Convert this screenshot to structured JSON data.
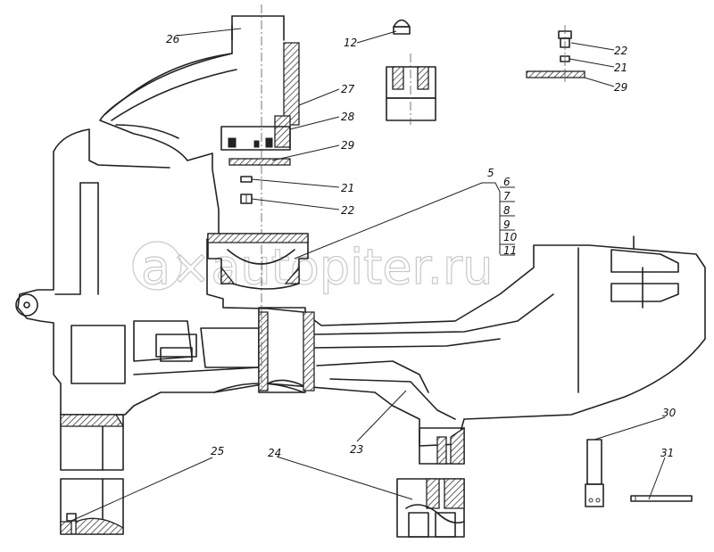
{
  "callouts": {
    "c26": "26",
    "c12": "12",
    "c22a": "22",
    "c21a": "21",
    "c29a": "29",
    "c27": "27",
    "c28": "28",
    "c29b": "29",
    "c21b": "21",
    "c22b": "22",
    "c5": "5",
    "c6": "6",
    "c7": "7",
    "c8": "8",
    "c9": "9",
    "c10": "10",
    "c11": "11",
    "c23": "23",
    "c24": "24",
    "c25": "25",
    "c30": "30",
    "c31": "31"
  },
  "watermark": "a×autopiter.ru"
}
